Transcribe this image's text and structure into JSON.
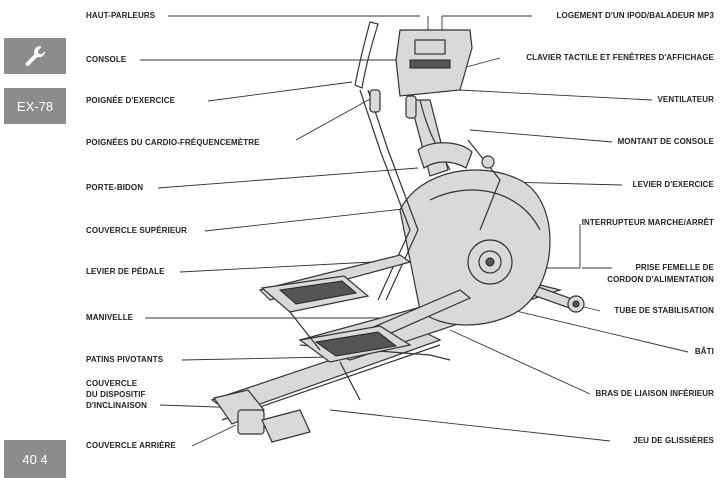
{
  "sidebar": {
    "model": "EX-78",
    "page": "40 4"
  },
  "labels_left": [
    "HAUT-PARLEURS",
    "CONSOLE",
    "POIGNÉE D'EXERCICE",
    "POIGNÉES DU CARDIO-FRÉQUENCEMÈTRE",
    "PORTE-BIDON",
    "COUVERCLE SUPÉRIEUR",
    "LEVIER DE PÉDALE",
    "MANIVELLE",
    "PATINS PIVOTANTS",
    "COUVERCLE",
    "DU DISPOSITIF",
    "D'INCLINAISON",
    "COUVERCLE ARRIÈRE"
  ],
  "labels_right": [
    "LOGEMENT D'UN IPOD/BALADEUR MP3",
    "CLAVIER TACTILE ET FENÊTRES D'AFFICHAGE",
    "VENTILATEUR",
    "MONTANT DE CONSOLE",
    "LEVIER D'EXERCICE",
    "INTERRUPTEUR MARCHE/ARRÊT",
    "PRISE FEMELLE DE",
    "CORDON D'ALIMENTATION",
    "TUBE DE STABILISATION",
    "BÂTI",
    "BRAS DE LIAISON INFÉRIEUR",
    "JEU DE GLISSIÈRES"
  ]
}
